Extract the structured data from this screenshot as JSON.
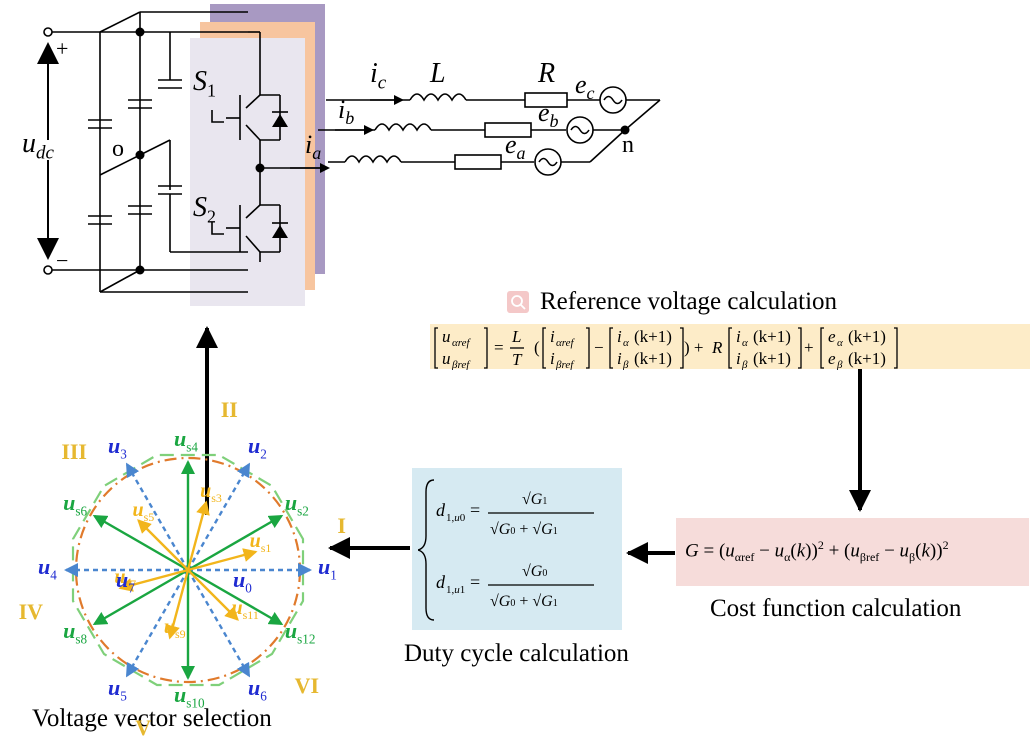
{
  "colors": {
    "purple_panel": "#a899c2",
    "orange_panel": "#f7c59f",
    "gray_panel": "#e9e6ef",
    "ref_box": "#fdecc8",
    "duty_box": "#d6eaf2",
    "cost_box": "#f6dcda",
    "search_badge": "#f4c8c8",
    "blue_vector": "#1f2bd1",
    "blue_arrow": "#4a86cf",
    "green_vector": "#1aa641",
    "yellow_vector": "#f2b51b",
    "orange_dash": "#e07a2c",
    "green_dash": "#7fd07a",
    "sector_label": "#e6b830"
  },
  "labels": {
    "reference_voltage": "Reference voltage calculation",
    "cost_function": "Cost function calculation",
    "duty_cycle": "Duty cycle calculation",
    "voltage_vector": "Voltage vector selection"
  },
  "circuit": {
    "udc": "u",
    "udc_sub": "dc",
    "plus": "+",
    "minus": "−",
    "o": "o",
    "s1": "S",
    "s1_sub": "1",
    "s2": "S",
    "s2_sub": "2",
    "ic": "i",
    "ic_sub": "c",
    "ib": "i",
    "ib_sub": "b",
    "ia": "i",
    "ia_sub": "a",
    "L": "L",
    "R": "R",
    "ec": "e",
    "ec_sub": "c",
    "eb": "e",
    "eb_sub": "b",
    "ea": "e",
    "ea_sub": "a",
    "n": "n"
  },
  "equations": {
    "reference": "[u_αref ; u_βref] = L/T ([i_αref ; i_βref] − [i_α(k+1) ; i_β(k+1)]) + R[i_α(k+1) ; i_β(k+1)] + [e_α(k+1) ; e_β(k+1)]",
    "cost": "G = (u_αref − u_α(k))² + (u_βref − u_β(k))²",
    "duty1": "d_{1,u0} = √G₁ / (√G₀ + √G₁)",
    "duty2": "d_{1,u1} = √G₀ / (√G₀ + √G₁)"
  },
  "vectors": {
    "blue": [
      "u1",
      "u2",
      "u3",
      "u4",
      "u5",
      "u6"
    ],
    "green": [
      "us2",
      "us4",
      "us6",
      "us8",
      "us10",
      "us12"
    ],
    "yellow": [
      "us1",
      "us3",
      "us5",
      "us7",
      "us9",
      "us11"
    ],
    "u0": "u",
    "u7": "u",
    "sectors": [
      "I",
      "II",
      "III",
      "IV",
      "V",
      "VI"
    ]
  }
}
